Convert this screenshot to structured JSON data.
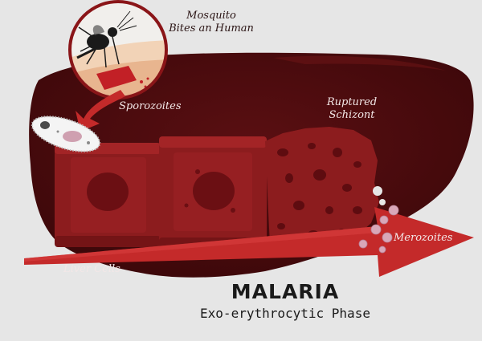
{
  "labels": {
    "mosquito_line1": "Mosquito",
    "mosquito_line2": "Bites an Human",
    "sporozoites": "Sporozoites",
    "ruptured_line1": "Ruptured",
    "ruptured_line2": "Schizont",
    "liver_cells": "Liver Cells",
    "merozoites": "Merozoites"
  },
  "title": "MALARIA",
  "subtitle": "Exo-erythrocytic Phase",
  "colors": {
    "background": "#e6e6e6",
    "liver": "#4a0b0d",
    "cell": "#8c1c1e",
    "arrow": "#c42a2a",
    "merozoite": "#d9a7b8"
  },
  "icons": {
    "mosquito": "mosquito-icon",
    "sporozoite": "sporozoite-icon"
  }
}
